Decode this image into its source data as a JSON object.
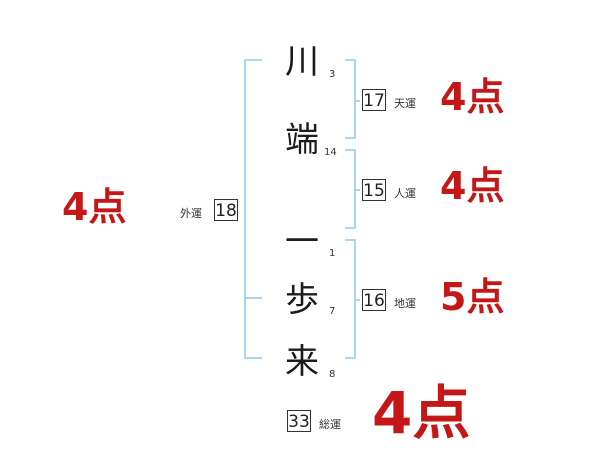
{
  "name": {
    "chars": [
      {
        "char": "川",
        "strokes": "3"
      },
      {
        "char": "端",
        "strokes": "14"
      },
      {
        "char": "一",
        "strokes": "1"
      },
      {
        "char": "歩",
        "strokes": "7"
      },
      {
        "char": "来",
        "strokes": "8"
      }
    ]
  },
  "fortunes": {
    "tenkaku": {
      "value": "17",
      "label": "天運",
      "score": "4点"
    },
    "jinkaku": {
      "value": "15",
      "label": "人運",
      "score": "4点"
    },
    "chikaku": {
      "value": "16",
      "label": "地運",
      "score": "5点"
    },
    "gaikaku": {
      "value": "18",
      "label": "外運",
      "score": "4点"
    },
    "soukaku": {
      "value": "33",
      "label": "総運",
      "score": "4点"
    }
  },
  "colors": {
    "bracket": "#8ec8e8",
    "score": "#c41818"
  }
}
